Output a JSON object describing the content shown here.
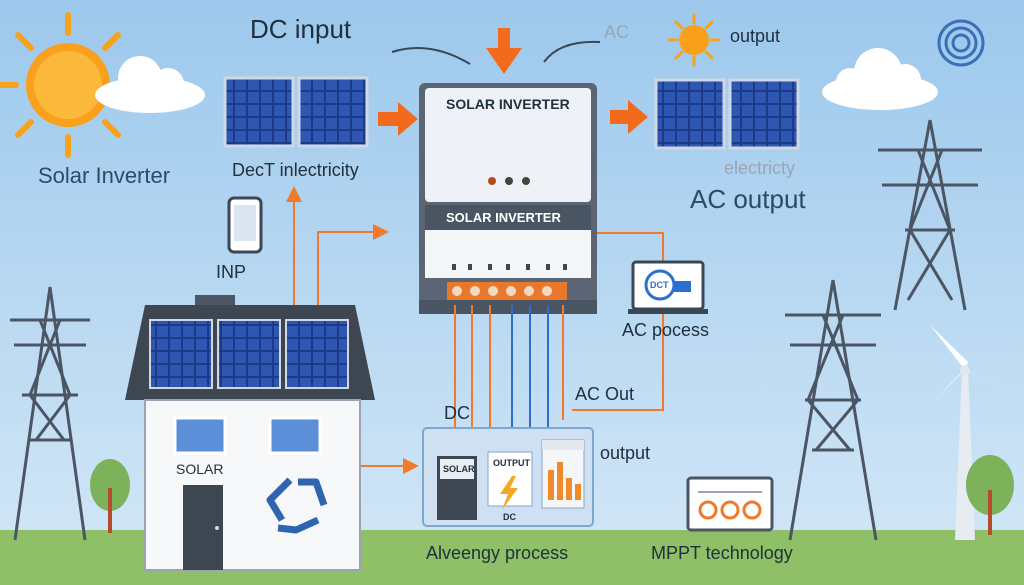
{
  "labels": {
    "dc_input": "DC input",
    "ac_top": "AC",
    "output_top": "output",
    "solar_inverter_left": "Solar  Inverter",
    "dect_inlectricity": "DecT inlectricity",
    "electricity": "electricty",
    "ac_output": "AC  output",
    "inp": "INP",
    "ac_process": "AC pocess",
    "ac_out": "AC Out",
    "dc": "DC",
    "output_mid": "output",
    "solar_house": "SOLAR",
    "process_bottom": "Alveengy process",
    "mppt": "MPPT technology",
    "inverter_title_top": "SOLAR INVERTER",
    "inverter_title_mid": "SOLAR INVERTER",
    "control_solar": "SOLAR",
    "control_output": "OUTPUT",
    "monitor_screen": "DCT",
    "dc_small": "DC"
  },
  "colors": {
    "sky": "#a9cfee",
    "grass": "#8fbf66",
    "arrow_orange": "#f26a1b",
    "panel_blue": "#1f3f8f",
    "inverter_body": "#e9eef3",
    "inverter_dark": "#4b5563",
    "sun": "#f7a21a",
    "wire_orange": "#f07a2a",
    "wire_blue": "#2c6fd1"
  },
  "icons": [
    "sun-icon",
    "cloud-icon",
    "phone-icon",
    "recycle-icon",
    "wifi-icon",
    "lightning-icon"
  ]
}
